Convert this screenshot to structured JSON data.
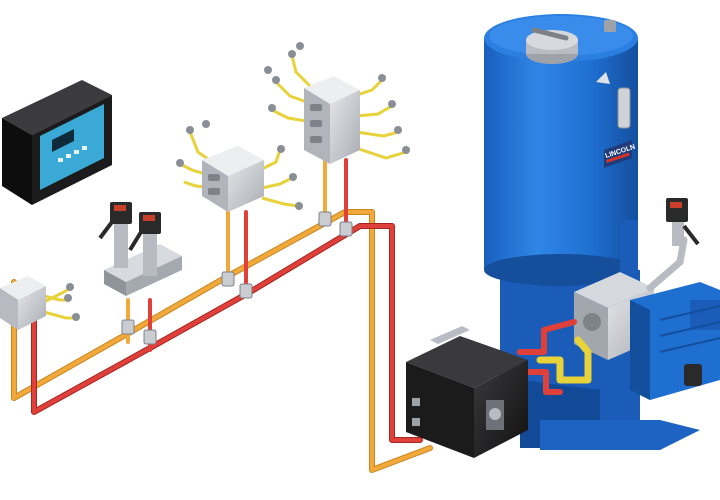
{
  "diagram": {
    "kind": "dual-line centralized lubrication system illustration",
    "components": [
      {
        "id": "controller",
        "icon": "control-panel-icon"
      },
      {
        "id": "pump-unit",
        "icon": "pump-reservoir-icon",
        "label": "LINCOLN"
      },
      {
        "id": "reversing-valve",
        "icon": "reversing-valve-icon"
      },
      {
        "id": "distributor-left",
        "icon": "distributor-block-icon"
      },
      {
        "id": "pressure-switches",
        "icon": "pressure-switch-icon"
      },
      {
        "id": "distributor-middle",
        "icon": "distributor-block-icon"
      },
      {
        "id": "distributor-top",
        "icon": "distributor-block-icon"
      },
      {
        "id": "motor",
        "icon": "electric-motor-icon"
      }
    ],
    "line_colors": {
      "main_line_a": "#f2a93b",
      "main_line_b": "#e0403a",
      "feed_lines": "#e8d23a",
      "pump_blue": "#1f6fd1",
      "controller_screen": "#3aa9d6"
    }
  }
}
